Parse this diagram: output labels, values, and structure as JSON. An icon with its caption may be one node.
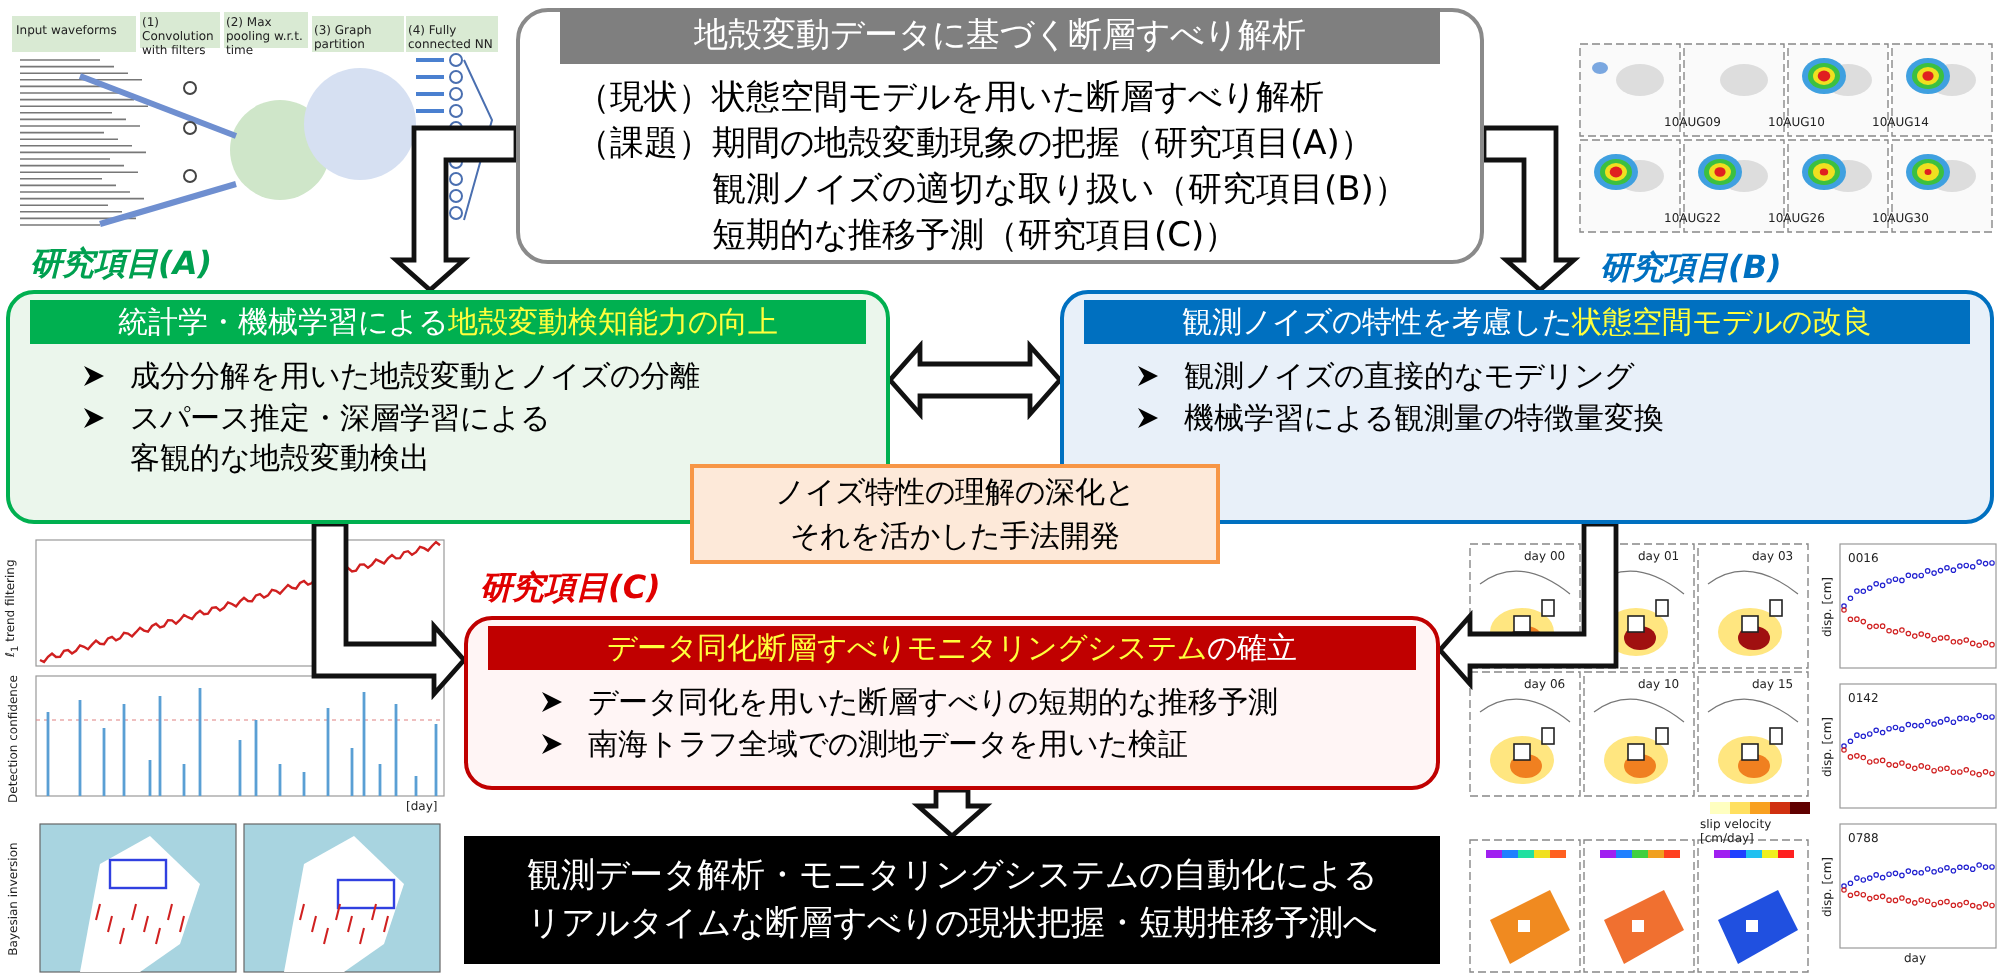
{
  "diagram": {
    "nodes": [
      {
        "text": [
          "地殻変動データに基づく断層すべり解析",
          "（現状）状態空間モデルを用いた断層すべり解析",
          "（課題）期間の地殻変動現象の把握（研究項目(A)）",
          "観測ノイズの適切な取り扱い（研究項目(B)）",
          "短期的な推移予測（研究項目(C)）"
        ]
      },
      {
        "text": [
          "統計学・機械学習による**地殻変動検知能力の向上**",
          "成分分解を用いた地殻変動とノイズの分離",
          "スパース推定・深層学習による客観的な地殻変動検出"
        ],
        "beside": [
          "研究項目(A)"
        ]
      },
      {
        "text": [
          "観測ノイズの特性を考慮した**状態空間モデルの改良**",
          "観測ノイズの直接的なモデリング",
          "機械学習による観測量の特徴量変換"
        ],
        "beside": [
          "研究項目(B)"
        ]
      },
      {
        "text": [
          "ノイズ特性の理解の深化とそれを活かした手法開発"
        ]
      },
      {
        "text": [
          "**データ同化断層すべりモニタリングシステム**の確立",
          "データ同化を用いた断層すべりの短期的な推移予測",
          "南海トラフ全域での測地データを用いた検証"
        ],
        "beside": [
          "研究項目(C)"
        ]
      },
      {
        "text": [
          "観測データ解析・モニタリングシステムの自動化によるリアルタイムな断層すべりの現状把握・短期推移予測へ"
        ]
      }
    ],
    "edges": [
      {
        "from": 0,
        "to": 1,
        "arrow": "to"
      },
      {
        "from": 0,
        "to": 2,
        "arrow": "to"
      },
      {
        "from": 1,
        "to": 2,
        "arrow": "both"
      },
      {
        "from": 1,
        "to": 4,
        "arrow": "to"
      },
      {
        "from": 2,
        "to": 4,
        "arrow": "to"
      },
      {
        "from": 4,
        "to": 5,
        "arrow": "to"
      }
    ],
    "labels": [
      "Input waveforms",
      "(1) Convolution with filters",
      "(2) Max pooling w.r.t. time",
      "(3) Graph partition",
      "(4) Fully connected NN",
      "10AUG09",
      "10AUG10",
      "10AUG14",
      "10AUG22",
      "10AUG26",
      "10AUG30",
      "ℓ$_{1}$ trend filtering",
      "Detection confidence",
      "[day]",
      "Bayesian inversion",
      "day 00",
      "day 01",
      "day 03",
      "day 06",
      "day 10",
      "day 15",
      "slip velocity [cm/day]",
      "0016",
      "disp. [cm]",
      "0142",
      "disp. [cm]",
      "0788",
      "disp. [cm]",
      "day"
    ]
  }
}
